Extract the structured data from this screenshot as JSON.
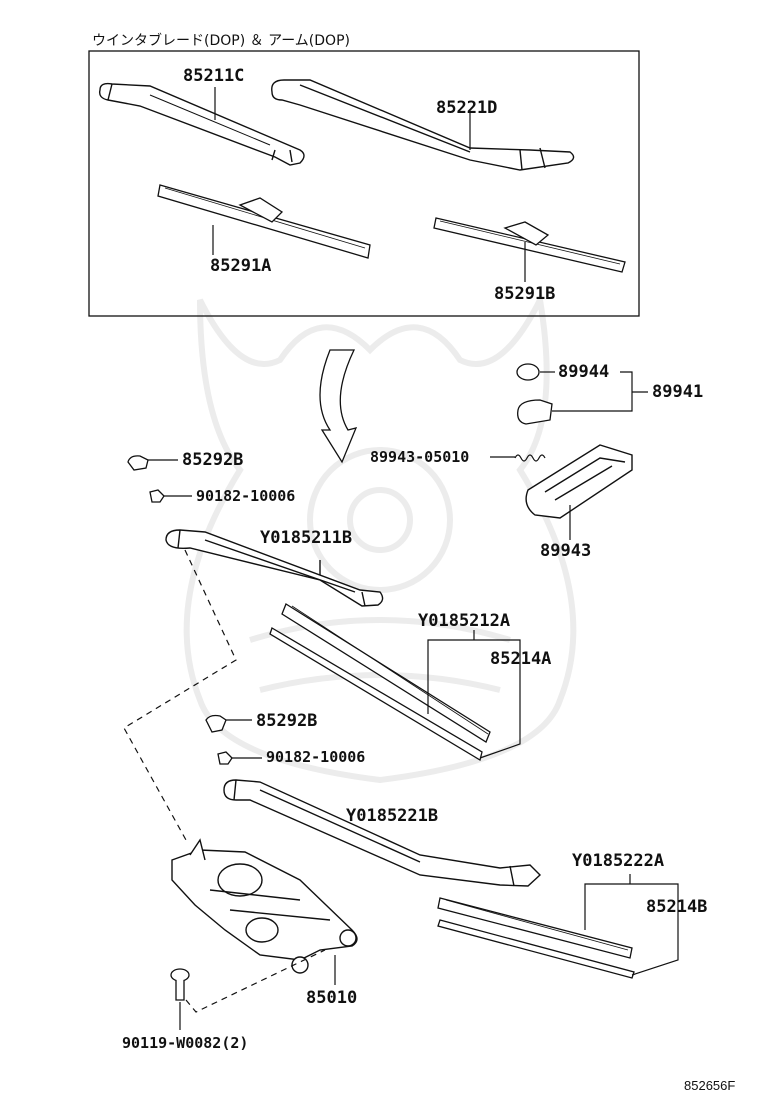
{
  "title": "ウインタブレード(DOP) ＆ アーム(DOP)",
  "reference": "852656F",
  "parts": {
    "arm_85211C": "85211C",
    "arm_85221D": "85221D",
    "blade_85291A": "85291A",
    "blade_85291B": "85291B",
    "cap_89944": "89944",
    "cover_89941": "89941",
    "spring_89943_05010": "89943-05010",
    "bracket_89943": "89943",
    "cap_85292B_top": "85292B",
    "nut_90182_top": "90182-10006",
    "arm_Y0185211B": "Y0185211B",
    "blade_Y0185212A": "Y0185212A",
    "rubber_85214A": "85214A",
    "cap_85292B_mid": "85292B",
    "nut_90182_mid": "90182-10006",
    "arm_Y0185221B": "Y0185221B",
    "blade_Y0185222A": "Y0185222A",
    "rubber_85214B": "85214B",
    "motor_85010": "85010",
    "bolt_90119": "90119-W0082(2)"
  }
}
